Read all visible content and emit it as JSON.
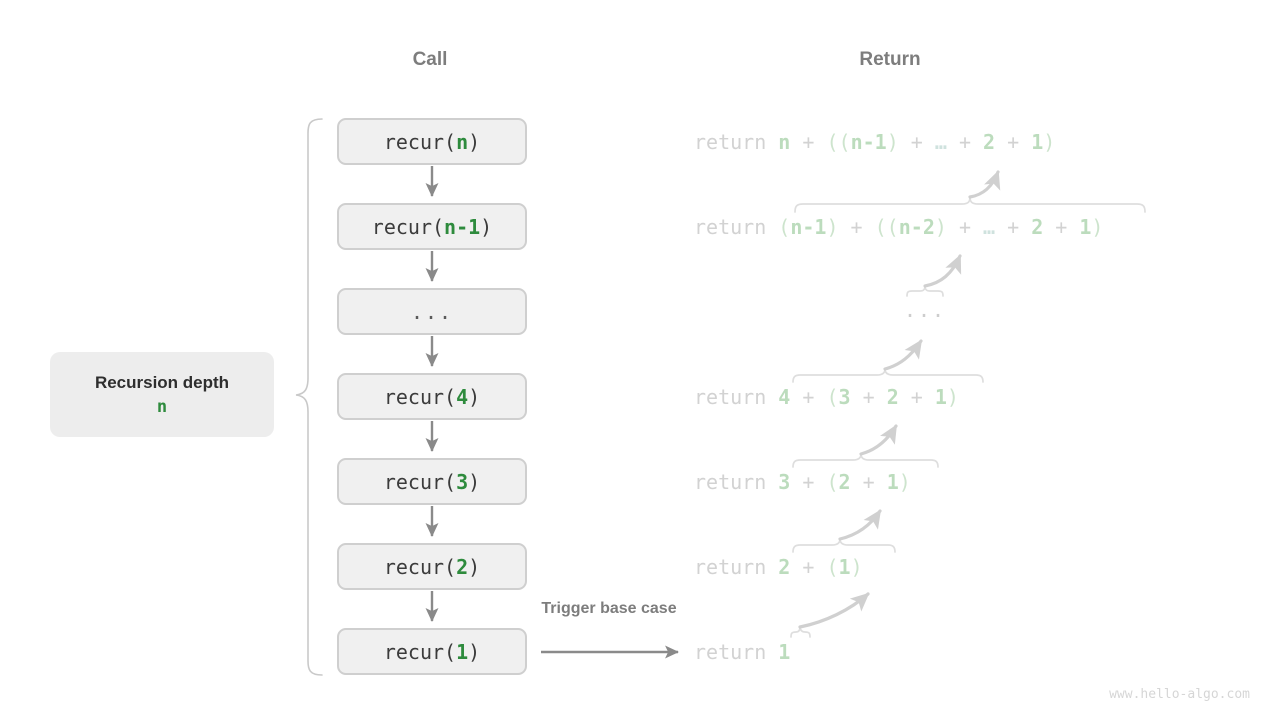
{
  "headers": {
    "call": "Call",
    "return": "Return"
  },
  "depth_panel": {
    "title": "Recursion depth",
    "value": "n"
  },
  "trigger_note": "Trigger base case",
  "watermark": "www.hello-algo.com",
  "colors": {
    "box_fill": "#f0f0f0",
    "box_border": "#cfcfcf",
    "accent_green": "#2e8b3d",
    "faded_green": "#bcdcbd",
    "faded_gray": "#d2d2d2",
    "header_gray": "#7d7d7d",
    "arrow_gray": "#8a8a8a",
    "brace_gray": "#dcdcdc",
    "panel_fill": "#ededed"
  },
  "call_stack": [
    {
      "label": "recur(n)",
      "prefix": "recur(",
      "arg": "n",
      "suffix": ")",
      "is_ellipsis": false
    },
    {
      "label": "recur(n-1)",
      "prefix": "recur(",
      "arg": "n-1",
      "suffix": ")",
      "is_ellipsis": false
    },
    {
      "label": "...",
      "prefix": "",
      "arg": "...",
      "suffix": "",
      "is_ellipsis": true
    },
    {
      "label": "recur(4)",
      "prefix": "recur(",
      "arg": "4",
      "suffix": ")",
      "is_ellipsis": false
    },
    {
      "label": "recur(3)",
      "prefix": "recur(",
      "arg": "3",
      "suffix": ")",
      "is_ellipsis": false
    },
    {
      "label": "recur(2)",
      "prefix": "recur(",
      "arg": "2",
      "suffix": ")",
      "is_ellipsis": false
    },
    {
      "label": "recur(1)",
      "prefix": "recur(",
      "arg": "1",
      "suffix": ")",
      "is_ellipsis": false
    }
  ],
  "returns": [
    {
      "keyword": "return",
      "expression": "n + ((n-1) + … + 2 + 1)",
      "is_ellipsis": false
    },
    {
      "keyword": "return",
      "expression": "(n-1) + ((n-2) + … + 2 + 1)",
      "is_ellipsis": false
    },
    {
      "keyword": "",
      "expression": "...",
      "is_ellipsis": true
    },
    {
      "keyword": "return",
      "expression": "4 + (3 + 2 + 1)",
      "is_ellipsis": false
    },
    {
      "keyword": "return",
      "expression": "3 + (2 + 1)",
      "is_ellipsis": false
    },
    {
      "keyword": "return",
      "expression": "2 + (1)",
      "is_ellipsis": false
    },
    {
      "keyword": "return",
      "expression": "1",
      "is_ellipsis": false
    }
  ]
}
